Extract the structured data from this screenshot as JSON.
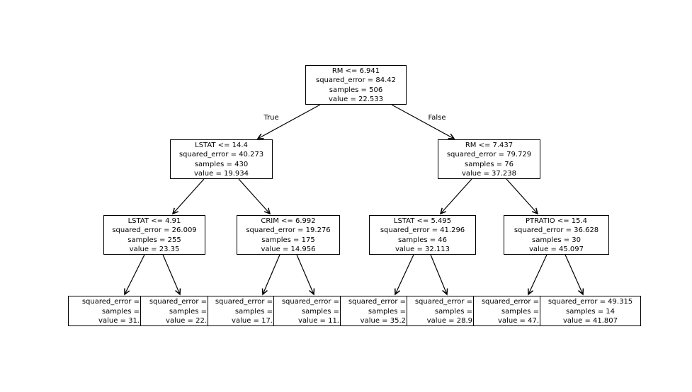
{
  "figure": {
    "background_color": "#ffffff",
    "node_fill_color": "#ffffff",
    "node_border_color": "#000000",
    "text_color": "#000000"
  },
  "edge_labels": {
    "true": "True",
    "false": "False"
  },
  "tree": {
    "type": "decision-tree-regression",
    "nodes": {
      "root": {
        "condition": "RM <= 6.941",
        "squared_error": "84.42",
        "samples": "506",
        "value": "22.533",
        "text": "RM <= 6.941\nsquared_error = 84.42\nsamples = 506\nvalue = 22.533"
      },
      "left": {
        "condition": "LSTAT <= 14.4",
        "squared_error": "40.273",
        "samples": "430",
        "value": "19.934",
        "text": "LSTAT <= 14.4\nsquared_error = 40.273\nsamples = 430\nvalue = 19.934"
      },
      "right": {
        "condition": "RM <= 7.437",
        "squared_error": "79.729",
        "samples": "76",
        "value": "37.238",
        "text": "RM <= 7.437\nsquared_error = 79.729\nsamples = 76\nvalue = 37.238"
      },
      "left_left": {
        "condition": "LSTAT <= 4.91",
        "squared_error": "26.009",
        "samples": "255",
        "value": "23.35",
        "text": "LSTAT <= 4.91\nsquared_error = 26.009\nsamples = 255\nvalue = 23.35"
      },
      "left_right": {
        "condition": "CRIM <= 6.992",
        "squared_error": "19.276",
        "samples": "175",
        "value": "14.956",
        "text": "CRIM <= 6.992\nsquared_error = 19.276\nsamples = 175\nvalue = 14.956"
      },
      "right_left": {
        "condition": "LSTAT <= 5.495",
        "squared_error": "41.296",
        "samples": "46",
        "value": "32.113",
        "text": "LSTAT <= 5.495\nsquared_error = 41.296\nsamples = 46\nvalue = 32.113"
      },
      "right_right": {
        "condition": "PTRATIO <= 15.4",
        "squared_error": "36.628",
        "samples": "30",
        "value": "45.097",
        "text": "PTRATIO <= 15.4\nsquared_error = 36.628\nsamples = 30\nvalue = 45.097"
      }
    },
    "leaves": [
      {
        "clipped": true,
        "visible_value": "31.",
        "text": "squared_error =\nsamples =\nvalue = 31."
      },
      {
        "clipped": true,
        "visible_value": "22.",
        "text": "squared_error =\nsamples =\nvalue = 22."
      },
      {
        "clipped": true,
        "visible_value": "17.",
        "text": "squared_error =\nsamples =\nvalue = 17."
      },
      {
        "clipped": true,
        "visible_value": "11.",
        "text": "squared_error =\nsamples =\nvalue = 11."
      },
      {
        "clipped": true,
        "visible_value": "35.2",
        "text": "squared_error =\nsamples =\nvalue = 35.2"
      },
      {
        "clipped": true,
        "visible_value": "28.9",
        "text": "squared_error =\nsamples =\nvalue = 28.9"
      },
      {
        "clipped": true,
        "visible_value": "47.",
        "text": "squared_error =\nsamples =\nvalue = 47."
      },
      {
        "clipped": false,
        "squared_error": "49.315",
        "samples": "14",
        "value": "41.807",
        "text": "squared_error = 49.315\nsamples = 14\nvalue = 41.807"
      }
    ]
  }
}
